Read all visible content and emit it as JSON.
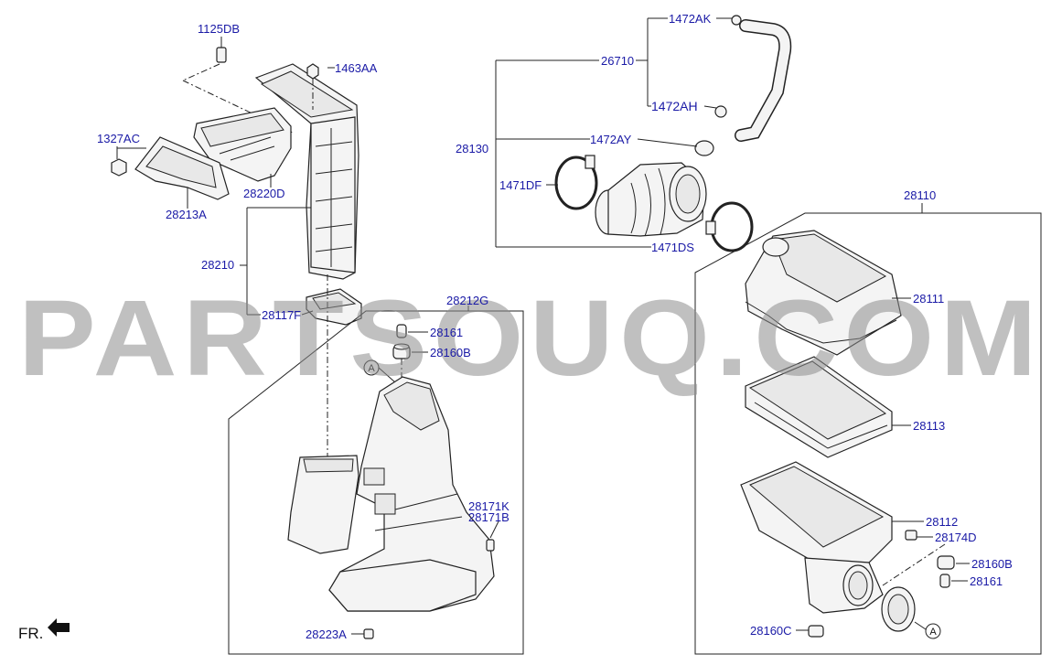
{
  "watermark": "PARTSOUQ.COM",
  "orientation_label": "FR.",
  "reference_marker": "A",
  "labels": {
    "p1125DB": "1125DB",
    "p1463AA": "1463AA",
    "p1327AC": "1327AC",
    "p28220D": "28220D",
    "p28213A": "28213A",
    "p28210": "28210",
    "p28117F": "28117F",
    "p28212G": "28212G",
    "p28161a": "28161",
    "p28160Ba": "28160B",
    "p28171K": "28171K",
    "p28171B": "28171B",
    "p28223A": "28223A",
    "p1472AK": "1472AK",
    "p26710": "26710",
    "p1472AH": "1472AH",
    "p28130": "28130",
    "p1472AY": "1472AY",
    "p1471DF": "1471DF",
    "p1471DS": "1471DS",
    "p28110": "28110",
    "p28111": "28111",
    "p28113": "28113",
    "p28112": "28112",
    "p28174D": "28174D",
    "p28160Bb": "28160B",
    "p28161b": "28161",
    "p28160C": "28160C"
  },
  "colors": {
    "label": "#1a1aa6",
    "line": "#222222",
    "watermark": "#8c8c8c"
  }
}
